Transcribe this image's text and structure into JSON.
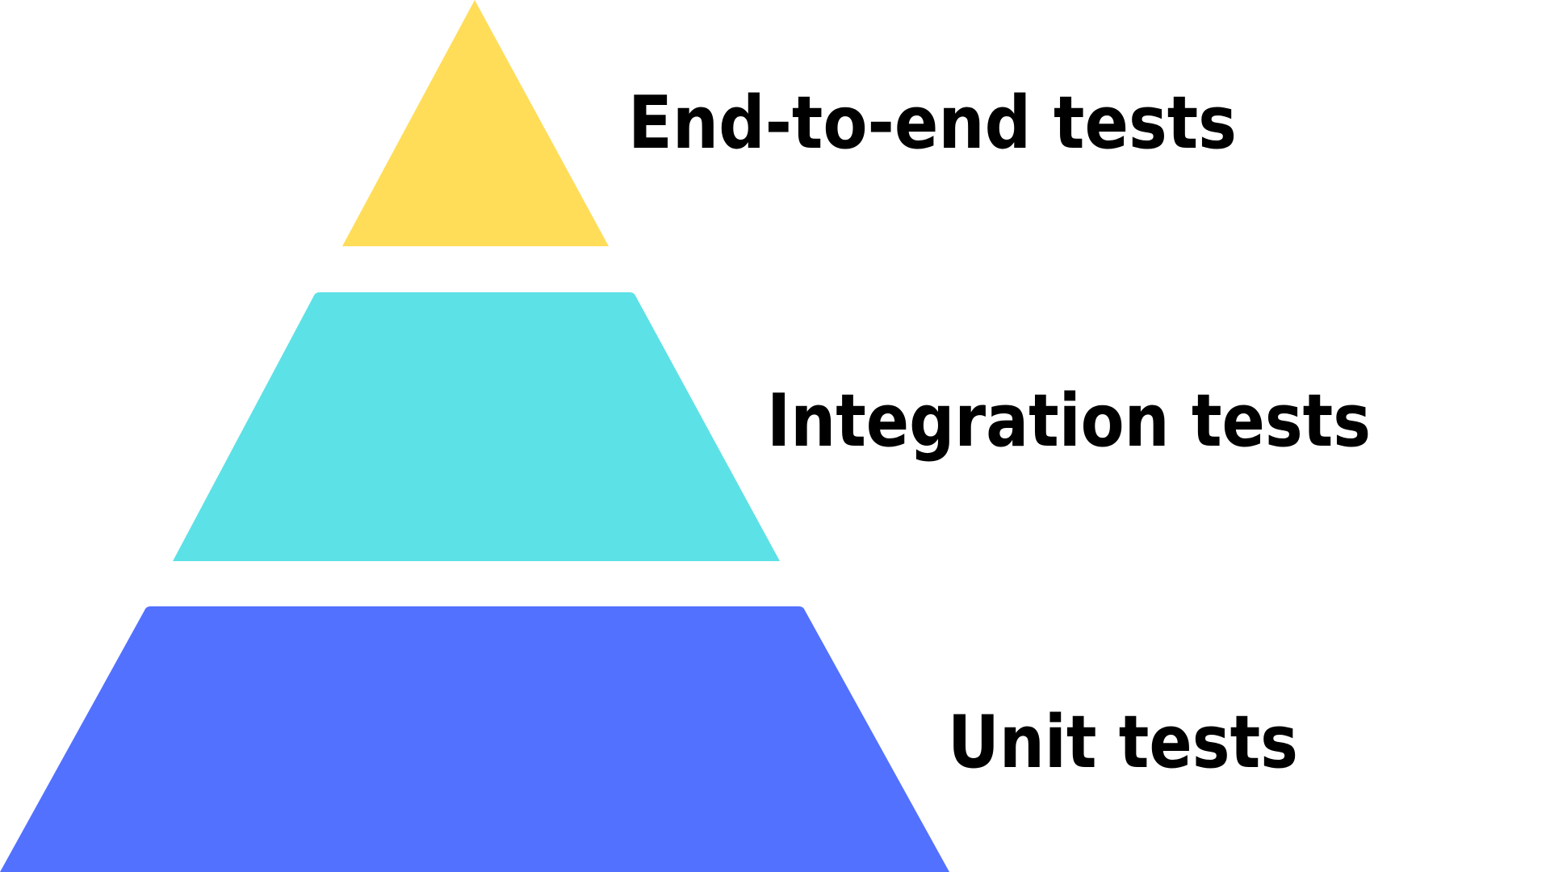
{
  "diagram": {
    "type": "pyramid",
    "tiers": [
      {
        "label": "End-to-end tests",
        "color": "#FFDD59"
      },
      {
        "label": "Integration tests",
        "color": "#5CE1E6"
      },
      {
        "label": "Unit tests",
        "color": "#5271FF"
      }
    ]
  }
}
